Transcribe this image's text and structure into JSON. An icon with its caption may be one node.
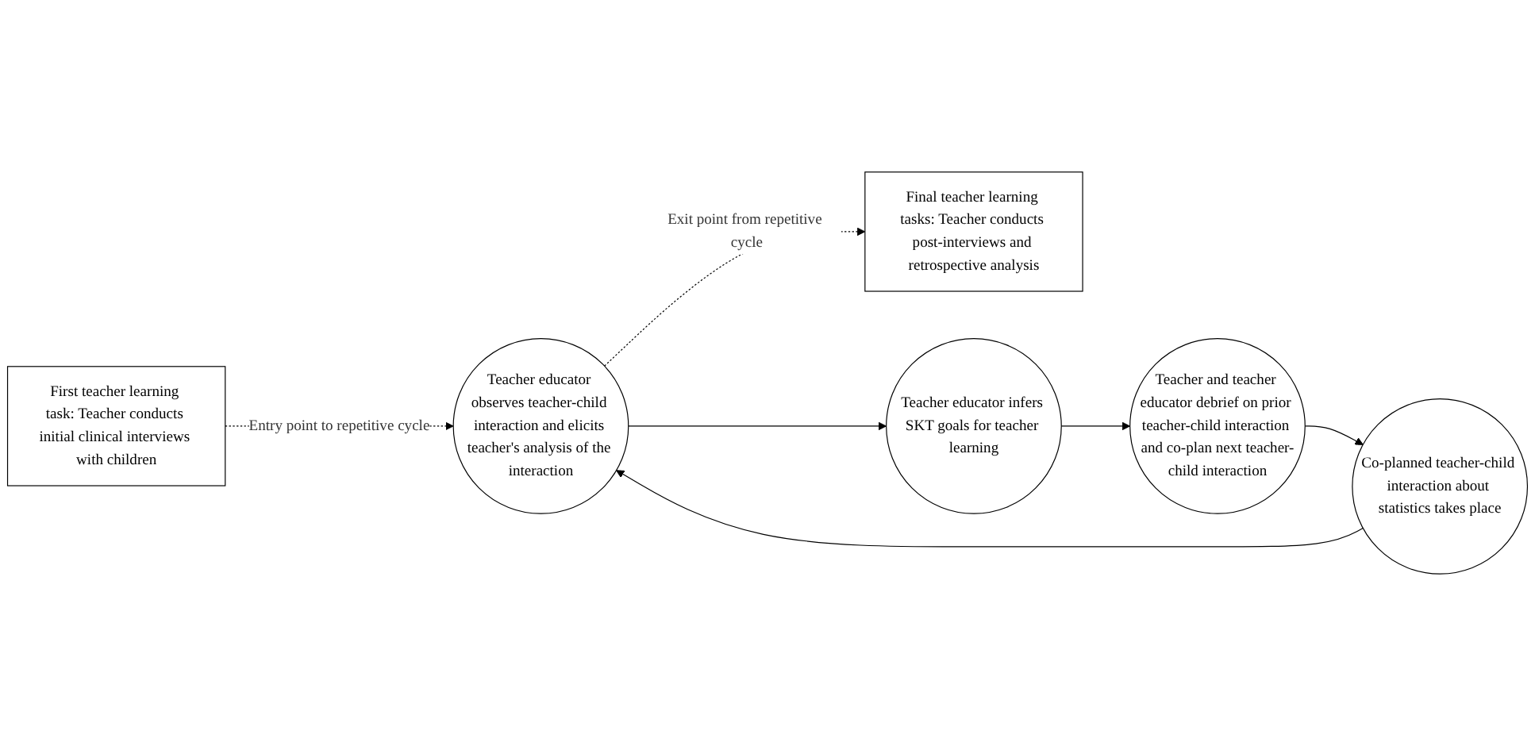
{
  "diagram": {
    "nodes": [
      {
        "text": [
          "First teacher learning task: Teacher conducts initial clinical interviews with children"
        ]
      },
      {
        "text": [
          "Teacher educator observes teacher-child interaction and elicits teacher's analysis of the interaction"
        ]
      },
      {
        "text": [
          "Final teacher learning tasks: Teacher conducts post-interviews and retrospective analysis"
        ]
      },
      {
        "text": [
          "Teacher educator infers SKT goals for teacher learning"
        ]
      },
      {
        "text": [
          "Teacher and teacher educator debrief on prior teacher-child interaction and co-plan next teacher-child interaction"
        ]
      },
      {
        "text": [
          "Co-planned teacher-child interaction about statistics takes place"
        ]
      }
    ],
    "edges": [
      {
        "from": 0,
        "to": 1,
        "arrow": "to",
        "label": "Entry point to repetitive cycle",
        "style": "dashed"
      },
      {
        "from": 1,
        "to": 2,
        "arrow": "to",
        "label": "Exit point from repetitive cycle",
        "style": "dashed"
      },
      {
        "from": 1,
        "to": 3,
        "arrow": "to"
      },
      {
        "from": 3,
        "to": 4,
        "arrow": "to"
      },
      {
        "from": 4,
        "to": 5,
        "arrow": "to"
      },
      {
        "from": 5,
        "to": 1,
        "arrow": "to"
      }
    ]
  }
}
